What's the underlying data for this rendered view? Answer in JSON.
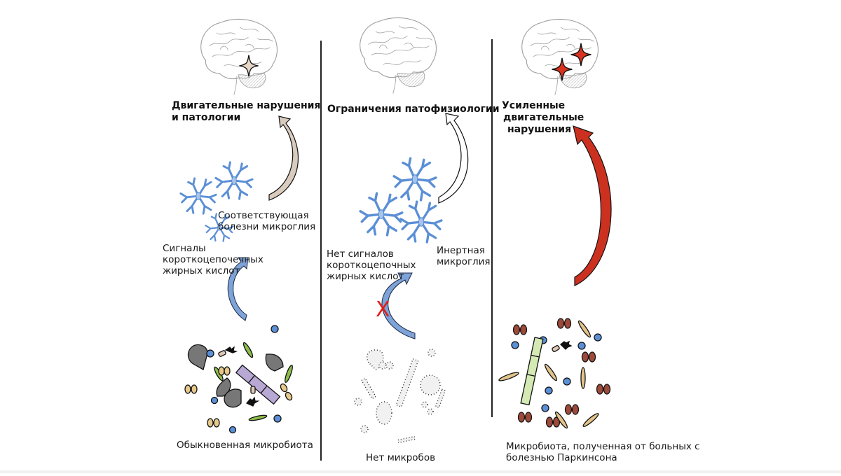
{
  "diagram": {
    "columns": [
      {
        "id": "normal",
        "brain_label": "Двигательные нарушения\nи патологии",
        "brain_label_lines": [
          "Двигательные нарушения",
          "и патологии"
        ],
        "brain_markers": 1,
        "marker_color": "#e8d6c6",
        "microglia_label_lines": [
          "Соответствующая",
          "болезни микроглия"
        ],
        "signal_label_lines": [
          "Сигналы",
          "короткоцепочечных",
          "жирных кислот"
        ],
        "signal_blocked": false,
        "microbiota_label": "Обыкновенная микробиота",
        "up_arrow_color": "#d9cbbd"
      },
      {
        "id": "germ-free",
        "brain_label_lines": [
          "Ограничения патофизиологии"
        ],
        "brain_markers": 0,
        "microglia_label_lines": [
          "Инертная",
          "микроглия"
        ],
        "signal_label_lines": [
          "Нет сигналов",
          "короткоцепочных",
          "жирных кислот"
        ],
        "signal_blocked": true,
        "block_mark": "X",
        "microbiota_label": "Нет микробов",
        "up_arrow_color": "#ffffff"
      },
      {
        "id": "parkinson",
        "brain_label_lines": [
          "Усиленные",
          "двигательные",
          "нарушения"
        ],
        "brain_markers": 2,
        "marker_color": "#d8321f",
        "microbiota_label_lines": [
          "Микробиота, полученная от больных с",
          "болезнью Паркинсона"
        ],
        "up_arrow_color": "#cc3120"
      }
    ],
    "colors": {
      "microglia": "#5b8fd6",
      "signal_arrow": "#7ea3d8",
      "block_x": "#e0201b",
      "coccus_blue": "#5b8fd6",
      "pair_tan": "#e6c98a",
      "rod_green": "#8dbd4a",
      "rod_purple": "#b7a8d4",
      "drop_grey": "#7a7a7a",
      "pair_brown": "#9e4a3a",
      "rod_lightgreen": "#d4e9b4",
      "needle_tan": "#e2c48a"
    }
  }
}
